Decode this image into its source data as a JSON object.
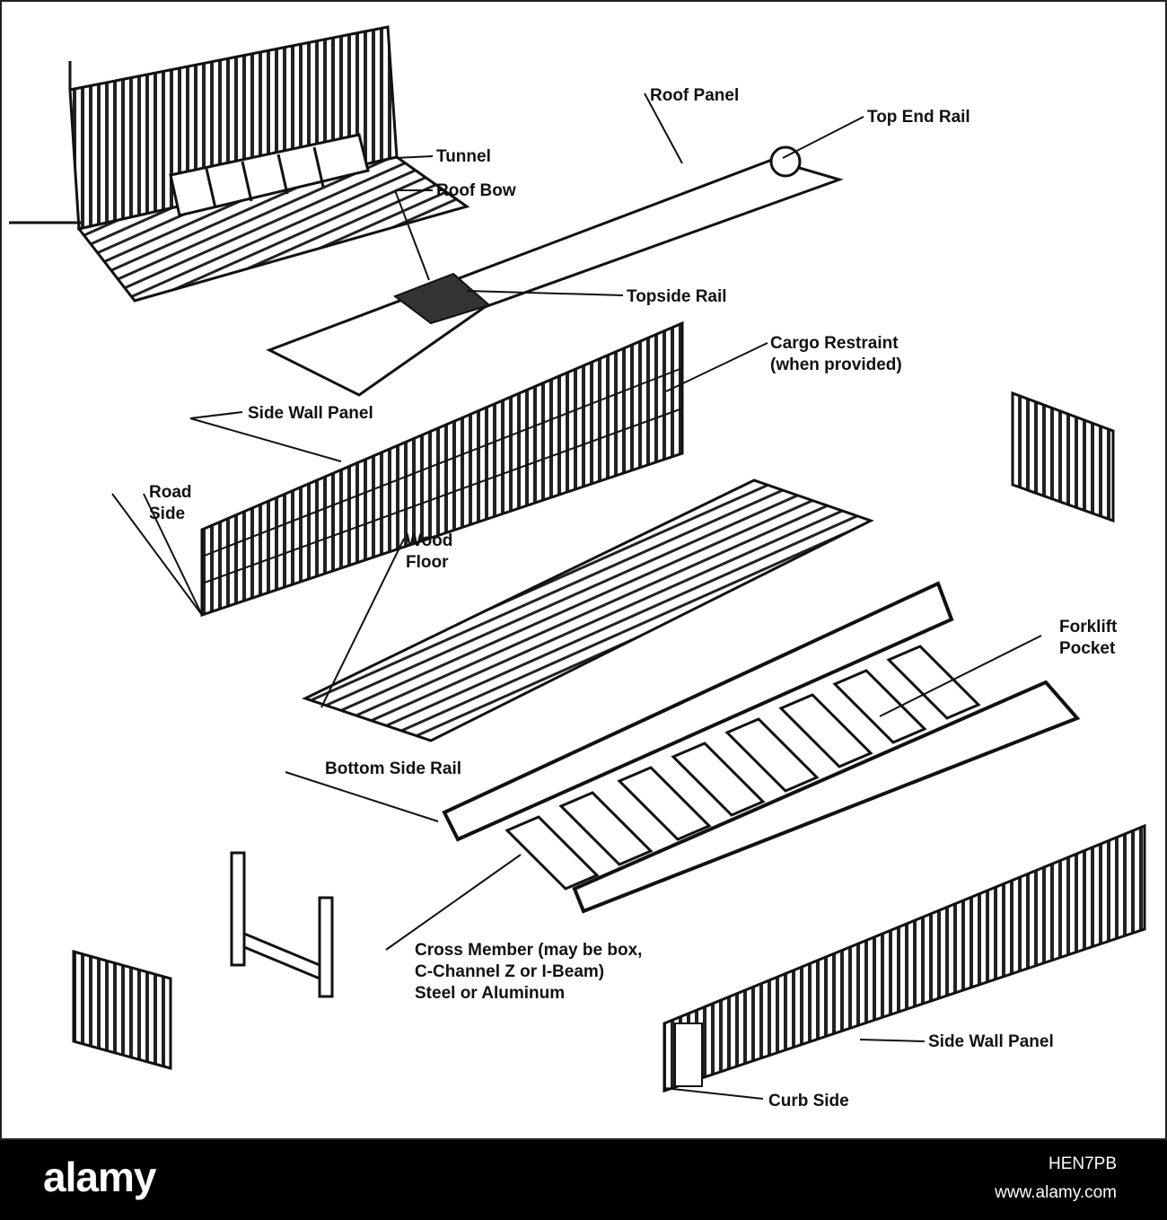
{
  "labels": {
    "roof_panel": "Roof Panel",
    "top_end_rail": "Top End Rail",
    "tunnel": "Tunnel",
    "roof_bow": "Roof Bow",
    "topside_rail": "Topside Rail",
    "cargo_restraint_1": "Cargo Restraint",
    "cargo_restraint_2": "(when provided)",
    "side_wall_panel_top": "Side Wall Panel",
    "road_side_1": "Road",
    "road_side_2": "Side",
    "wood_floor_1": "Wood",
    "wood_floor_2": "Floor",
    "forklift_pocket_1": "Forklift",
    "forklift_pocket_2": "Pocket",
    "bottom_side_rail": "Bottom Side Rail",
    "cross_member_1": "Cross Member (may be box,",
    "cross_member_2": "C-Channel Z or I-Beam)",
    "cross_member_3": "Steel or Aluminum",
    "side_wall_panel_bottom": "Side Wall Panel",
    "curb_side": "Curb Side"
  },
  "footer": {
    "logo": "alamy",
    "image_id": "HEN7PB",
    "url": "www.alamy.com"
  },
  "colors": {
    "ink": "#111111",
    "paper": "#ffffff",
    "footer": "#000000"
  }
}
